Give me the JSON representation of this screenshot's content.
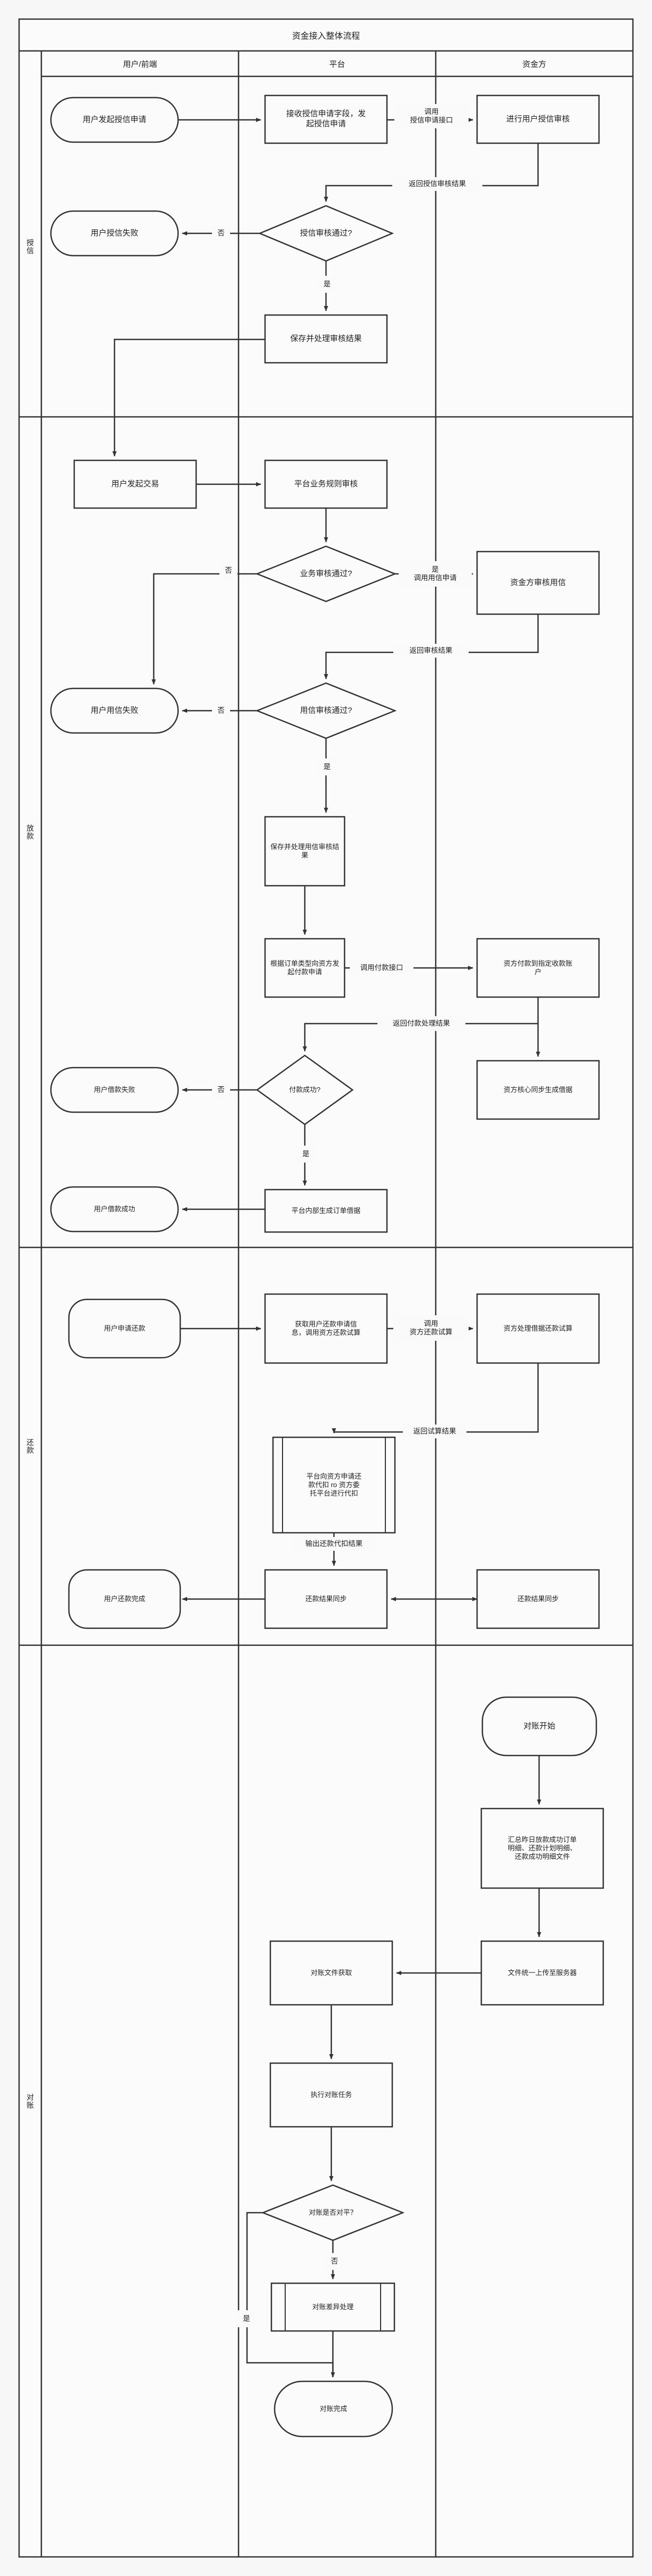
{
  "diagram": {
    "title": "资金接入整体流程",
    "type": "swimlane-flowchart",
    "lanes": [
      {
        "id": "user",
        "label": "用户/前端"
      },
      {
        "id": "platform",
        "label": "平台"
      },
      {
        "id": "funder",
        "label": "资金方"
      }
    ],
    "phases": [
      {
        "id": "credit",
        "label": "授信"
      },
      {
        "id": "loan",
        "label": "放款"
      },
      {
        "id": "repay",
        "label": "还款"
      },
      {
        "id": "recon",
        "label": "对账"
      }
    ],
    "decision_yes": "是",
    "decision_no": "否"
  },
  "nodes": {
    "n1": {
      "text": "用户发起授信申请",
      "shape": "terminator"
    },
    "n2": {
      "text": "接收授信申请字段，发\n起授信申请",
      "shape": "process"
    },
    "n3": {
      "text": "进行用户授信审核",
      "shape": "process"
    },
    "n4": {
      "text": "授信审核通过?",
      "shape": "decision"
    },
    "n5": {
      "text": "用户授信失败",
      "shape": "terminator"
    },
    "n6": {
      "text": "保存并处理审核结果",
      "shape": "process"
    },
    "n7": {
      "text": "用户发起交易",
      "shape": "process"
    },
    "n8": {
      "text": "平台业务规则审核",
      "shape": "process"
    },
    "n9": {
      "text": "业务审核通过?",
      "shape": "decision"
    },
    "n10": {
      "text": "资金方审核用信",
      "shape": "process"
    },
    "n11": {
      "text": "用信审核通过?",
      "shape": "decision"
    },
    "n12": {
      "text": "用户用信失败",
      "shape": "terminator"
    },
    "n13": {
      "text": "保存并处理用信审核结\n果",
      "shape": "process"
    },
    "n14": {
      "text": "根据订单类型向资方发\n起付款申请",
      "shape": "process"
    },
    "n15": {
      "text": "资方付款到指定收款账\n户",
      "shape": "process"
    },
    "n16": {
      "text": "付款成功?",
      "shape": "decision"
    },
    "n17": {
      "text": "资方核心同步生成借据",
      "shape": "process"
    },
    "n18": {
      "text": "用户借款失败",
      "shape": "terminator"
    },
    "n19": {
      "text": "用户借款成功",
      "shape": "terminator"
    },
    "n20": {
      "text": "平台内部生成订单借据",
      "shape": "process"
    },
    "n21": {
      "text": "用户申请还款",
      "shape": "terminator"
    },
    "n22": {
      "text": "获取用户还款申请信\n息，调用资方还款试算",
      "shape": "process"
    },
    "n23": {
      "text": "资方处理借据还款试算",
      "shape": "process"
    },
    "n24": {
      "text": "平台向资方申请还\n款代扣 ro 资方委\n托平台进行代扣",
      "shape": "subprocess"
    },
    "n25": {
      "text": "用户还款完成",
      "shape": "terminator"
    },
    "n26": {
      "text": "还款结果同步",
      "shape": "process"
    },
    "n27": {
      "text": "还款结果同步",
      "shape": "process"
    },
    "n28": {
      "text": "对账开始",
      "shape": "terminator"
    },
    "n29": {
      "text": "汇总昨日放款成功订单\n明细、还款计划明细、\n还款成功明细文件",
      "shape": "process"
    },
    "n30": {
      "text": "文件统一上传至服务器",
      "shape": "process"
    },
    "n31": {
      "text": "对账文件获取",
      "shape": "process"
    },
    "n32": {
      "text": "执行对账任务",
      "shape": "process"
    },
    "n33": {
      "text": "对账是否对平？",
      "shape": "decision"
    },
    "n34": {
      "text": "对账差异处理",
      "shape": "subprocess"
    },
    "n35": {
      "text": "对账完成",
      "shape": "terminator"
    }
  },
  "edge_labels": {
    "e1": "调用\n授信申请接口",
    "e2": "返回授信审核结果",
    "e3": "否",
    "e4": "是",
    "e5": "否",
    "e6": "是\n调用用信申请",
    "e7": "返回审核结果",
    "e8": "否",
    "e9": "是",
    "e10": "调用付款接口",
    "e11": "返回付款处理结果",
    "e12": "否",
    "e13": "是",
    "e14": "调用\n资方还款试算",
    "e15": "返回试算结果",
    "e16": "输出还款代扣结果",
    "e17": "否",
    "e18": "是"
  },
  "colors": {
    "stroke": "#333333",
    "fill": "#fbfbfb",
    "background": "#f7f7f7",
    "text": "#1f1f1f"
  }
}
